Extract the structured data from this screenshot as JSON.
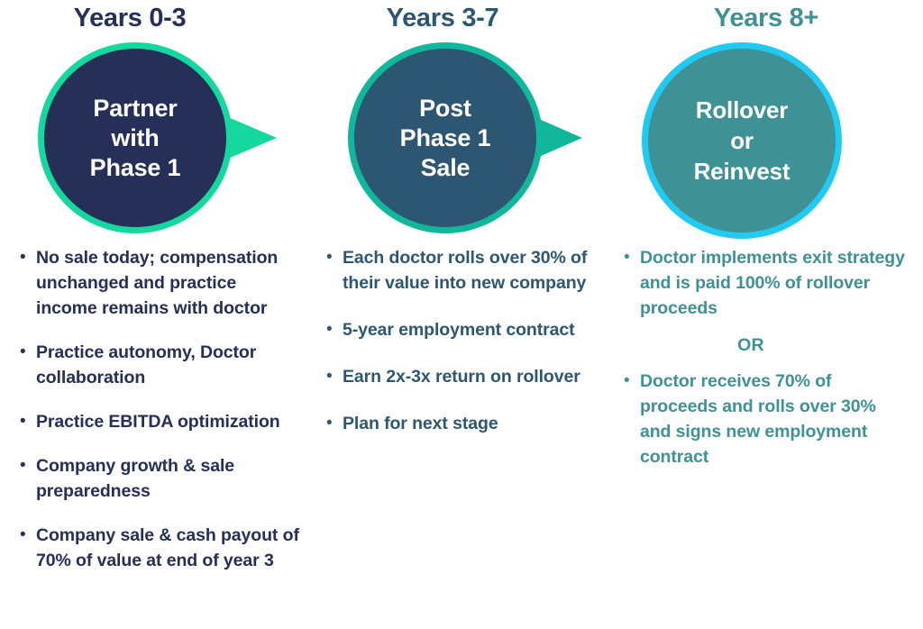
{
  "columns": [
    {
      "heading": "Years 0-3",
      "badge_label": "Partner\nwith\nPhase 1",
      "bullet_marker": "•",
      "has_arrow": true,
      "colors": {
        "fill": "#262F57",
        "ring": "#15D89E",
        "text": "#262F57"
      },
      "bullets": [
        "No sale today; compensation unchanged and practice income remains with doctor",
        "Practice autonomy, Doctor collaboration",
        "Practice EBITDA optimization",
        "Company growth & sale preparedness",
        "Company sale & cash payout of 70% of value at end of year 3"
      ]
    },
    {
      "heading": "Years 3-7",
      "badge_label": "Post\nPhase 1\nSale",
      "bullet_marker": "•",
      "has_arrow": true,
      "colors": {
        "fill": "#2D5673",
        "ring": "#11B79B",
        "text": "#2D5673"
      },
      "bullets": [
        "Each doctor rolls over 30% of their value into new company",
        "5-year employment contract",
        "Earn 2x-3x return on rollover",
        "Plan for next stage"
      ]
    },
    {
      "heading": "Years 8+",
      "badge_label": "Rollover\nor\nReinvest",
      "bullet_marker": "•",
      "has_arrow": false,
      "colors": {
        "fill": "#3E9295",
        "ring": "#22C9F0",
        "text": "#3E9295"
      },
      "divider_label": "OR",
      "bullets": [
        "Doctor implements exit strategy and is paid 100% of rollover proceeds",
        "Doctor receives 70% of proceeds and rolls over 30% and signs new employment contract"
      ]
    }
  ]
}
